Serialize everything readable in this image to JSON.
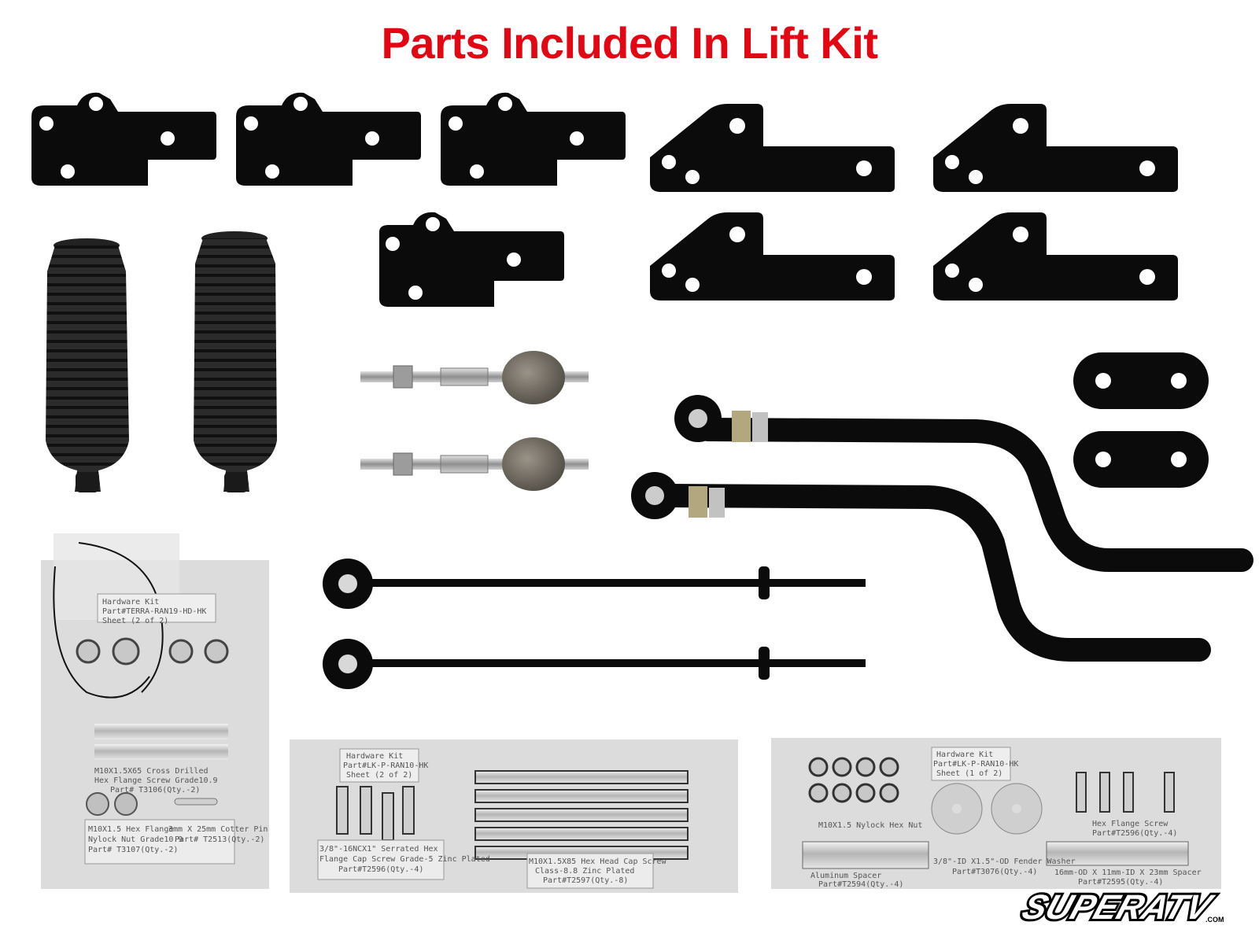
{
  "title": "Parts Included In Lift Kit",
  "colors": {
    "title": "#e30613",
    "parts": "#0b0b0b",
    "bag": "#d9d9d9",
    "metal": "#b9b9b9",
    "boot": "#262626"
  },
  "hardware_bags": {
    "bag1": {
      "label_top": "Hardware Kit",
      "label_part": "Part#TERRA-RAN19-HD-HK",
      "label_sheet": "Sheet (2 of 2)",
      "item_a": "M10X1.5X65 Cross Drilled",
      "item_a2": "Hex Flange Screw Grade10.9",
      "item_a3": "Part# T3106(Qty.-2)",
      "item_b": "M10X1.5 Hex Flange",
      "item_b2": "Nylock Nut Grade10.9",
      "item_b3": "Part# T3107(Qty.-2)",
      "item_c": "3mm X 25mm Cotter Pin",
      "item_c2": "Part# T2513(Qty.-2)"
    },
    "bag2": {
      "label_top": "Hardware Kit",
      "label_part": "Part#LK-P-RAN10-HK",
      "label_sheet": "Sheet (2 of 2)",
      "item_a": "3/8\"-16NCX1\" Serrated Hex",
      "item_a2": "Flange Cap Screw Grade-5 Zinc Plated",
      "item_a3": "Part#T2596(Qty.-4)",
      "item_b": "M10X1.5X85 Hex Head Cap Screw",
      "item_b2": "Class-8.8 Zinc Plated",
      "item_b3": "Part#T2597(Qty.-8)"
    },
    "bag3": {
      "label_top": "Hardware Kit",
      "label_part": "Part#LK-P-RAN10-HK",
      "label_sheet": "Sheet (1 of 2)",
      "item_a": "M10X1.5 Nylock Hex Nut",
      "item_b": "3/8\"-ID X1.5\"-OD Fender Washer",
      "item_b2": "Part#T3076(Qty.-4)",
      "item_c": "Hex Flange Screw",
      "item_c2": "Part#T2596(Qty.-4)",
      "item_d": "Aluminum Spacer",
      "item_d2": "Part#T2594(Qty.-4)",
      "item_e": "16mm-OD X 11mm-ID X 23mm Spacer",
      "item_e2": "Part#T2595(Qty.-4)"
    }
  },
  "logo": {
    "text": "SUPERATV",
    "suffix": ".COM"
  }
}
